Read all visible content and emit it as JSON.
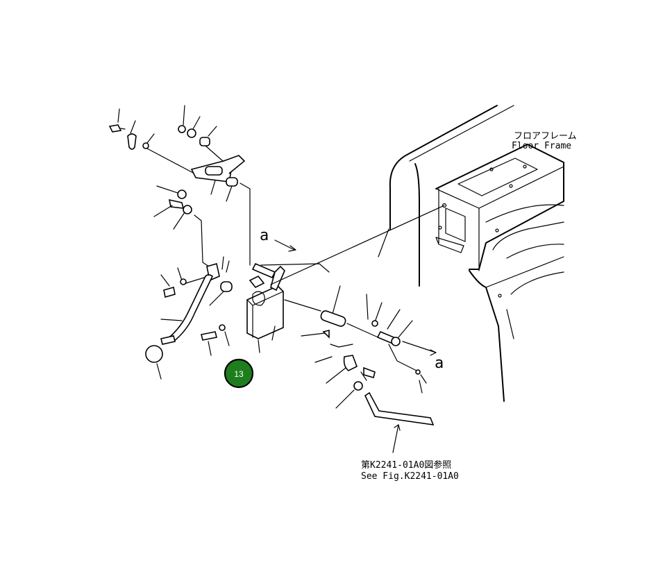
{
  "labels": {
    "floor_frame_jp": "フロアフレーム",
    "floor_frame_en": "Floor Frame",
    "see_fig_jp": "第K2241-01A0図参照",
    "see_fig_en": "See Fig.K2241-01A0",
    "ref_a_top": "a",
    "ref_a_right": "a"
  },
  "callout": {
    "number": "13",
    "color": "#1e7e1e"
  }
}
